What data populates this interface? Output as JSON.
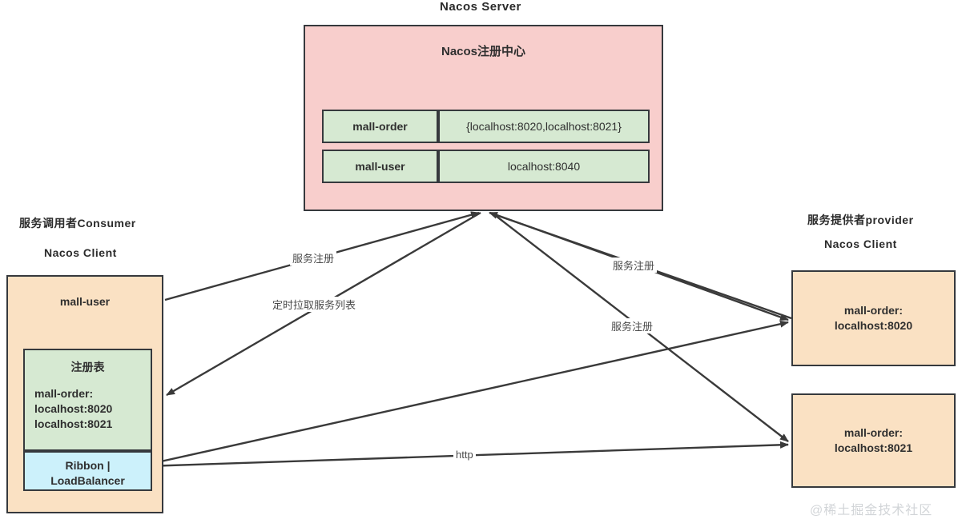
{
  "diagram": {
    "title": "Nacos  Server",
    "watermark": "@稀土掘金技术社区",
    "colors": {
      "registry_fill": "#f8cecc",
      "table_fill": "#d6e9d2",
      "client_fill": "#fae1c3",
      "ribbon_fill": "#ccf1fb",
      "stroke": "#36393d",
      "line": "#3a3a3a",
      "watermark": "#d2d5d8"
    },
    "server": {
      "heading": "Nacos注册中心",
      "table": {
        "rows": [
          {
            "service": "mall-order",
            "instances": "{localhost:8020,localhost:8021}"
          },
          {
            "service": "mall-user",
            "instances": "localhost:8040"
          }
        ]
      }
    },
    "consumer": {
      "role_label": "服务调用者Consumer",
      "client_label": "Nacos Client",
      "app_name": "mall-user",
      "registry_table": {
        "title": "注册表",
        "service": "mall-order:",
        "instances": [
          "localhost:8020",
          "localhost:8021"
        ]
      },
      "load_balancer": {
        "line1": "Ribbon |",
        "line2": "LoadBalancer"
      }
    },
    "provider": {
      "role_label": "服务提供者provider",
      "client_label": "Nacos Client",
      "instances": [
        {
          "name": "mall-order:",
          "address": "localhost:8020"
        },
        {
          "name": "mall-order:",
          "address": "localhost:8021"
        }
      ]
    },
    "edges": [
      {
        "id": "consumer-register",
        "label": "服务注册"
      },
      {
        "id": "consumer-pull",
        "label": "定时拉取服务列表"
      },
      {
        "id": "provider-8020-register",
        "label": "服务注册"
      },
      {
        "id": "provider-8021-register",
        "label": "服务注册"
      },
      {
        "id": "consumer-http-call",
        "label": "http"
      }
    ]
  }
}
